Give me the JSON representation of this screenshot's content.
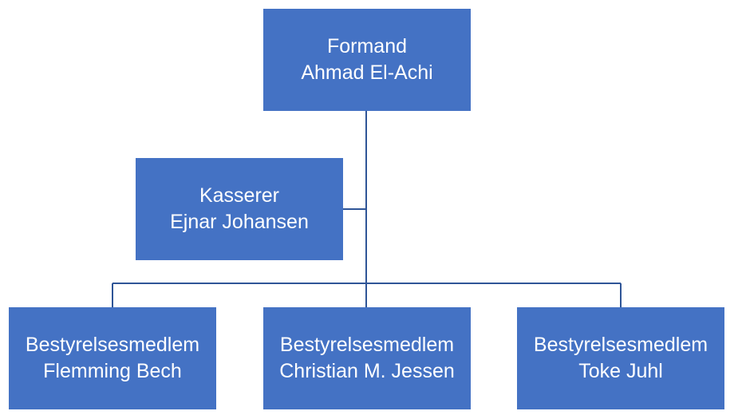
{
  "chart": {
    "formand": {
      "role": "Formand",
      "name": "Ahmad El-Achi"
    },
    "kasserer": {
      "role": "Kasserer",
      "name": "Ejnar Johansen"
    },
    "members": [
      {
        "role": "Bestyrelsesmedlem",
        "name": "Flemming Bech"
      },
      {
        "role": "Bestyrelsesmedlem",
        "name": "Christian M. Jessen"
      },
      {
        "role": "Bestyrelsesmedlem",
        "name": "Toke Juhl"
      }
    ]
  },
  "colors": {
    "box_fill": "#4472c4",
    "connector": "#2f5597",
    "text": "#ffffff"
  }
}
